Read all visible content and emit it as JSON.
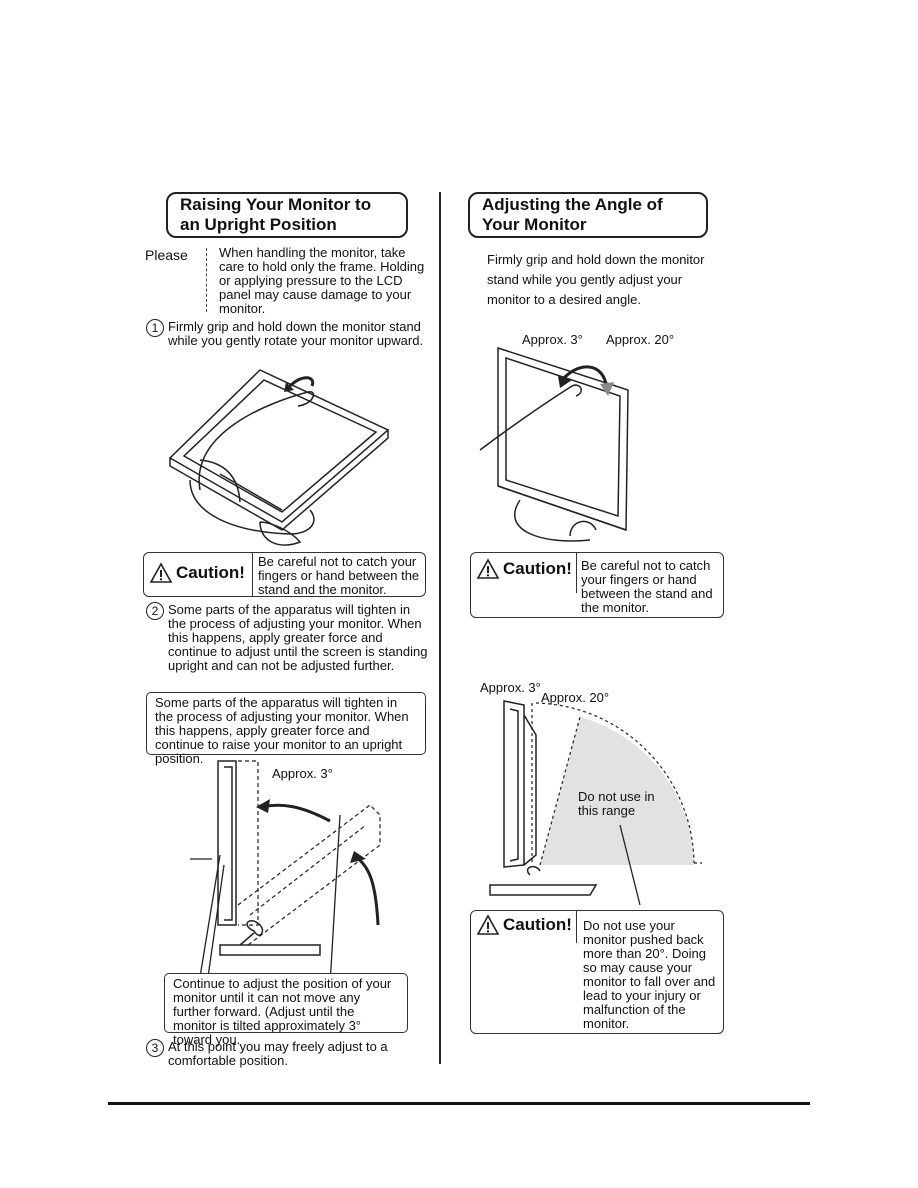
{
  "left": {
    "title": "Raising Your Monitor to an Upright Position",
    "please_label": "Please",
    "please_note": "When handling the monitor, take care to hold only the frame. Holding or applying pressure to the LCD panel may cause damage to your monitor.",
    "step1_num": "1",
    "step1": "Firmly grip and hold down the monitor stand while you gently rotate your monitor upward.",
    "caution_label": "Caution!",
    "caution_text": "Be careful not to catch your fingers or hand between the stand and the monitor.",
    "step2_num": "2",
    "step2": "Some parts of the apparatus will tighten in the process of adjusting your monitor. When this happens, apply greater force and continue to adjust until the screen is standing upright and can not be adjusted further.",
    "callout_top": "Some parts of the apparatus will tighten in the process of adjusting your monitor. When this happens, apply greater force and continue to raise your monitor to an upright position.",
    "approx_3": "Approx. 3°",
    "callout_bottom": "Continue to adjust the position of your monitor until it can not move any further forward. (Adjust until the monitor is tilted approximately 3° toward you.",
    "step3_num": "3",
    "step3": "At this point you may freely adjust to a comfortable position."
  },
  "right": {
    "title": "Adjusting the Angle of Your Monitor",
    "intro": "Firmly grip and hold down the monitor stand while you gently adjust your monitor to a desired angle.",
    "approx_3": "Approx. 3°",
    "approx_20": "Approx. 20°",
    "caution_label": "Caution!",
    "caution_text": "Be careful not to catch your fingers or hand between the stand and the monitor.",
    "approx_3_b": "Approx. 3°",
    "approx_20_b": "Approx. 20°",
    "range_label": "Do not use in this range",
    "caution2_label": "Caution!",
    "caution2_text": "Do not use your monitor pushed back more than 20°. Doing so may cause your monitor to fall over and lead to your injury or malfunction of the monitor."
  },
  "colors": {
    "range_fill": "#e2e2e2",
    "ink": "#111111"
  }
}
